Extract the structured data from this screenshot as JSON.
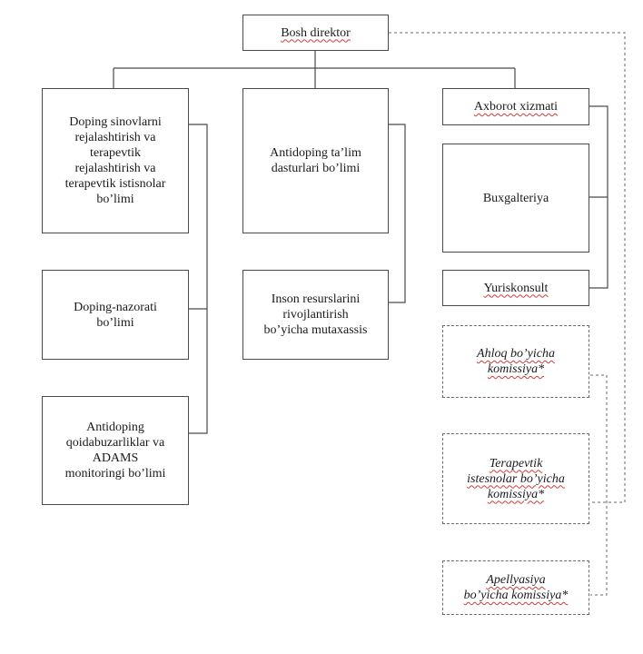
{
  "boxes": {
    "director": "Bosh direktor",
    "planning": "Doping sinovlarni\nrejalashtirish va\nterapevtik\nrejalashtirish va\nterapevtik istisnolar\nbo’limi",
    "control": "Doping-nazorati\nbo’limi",
    "violations": "Antidoping\nqoidabuzarliklar va\nADAMS\nmonitoringi bo’limi",
    "education": "Antidoping ta’lim\ndasturlari bo’limi",
    "hr": "Inson resurslarini\nrivojlantirish\nbo’yicha mutaxassis",
    "info": "Axborot xizmati",
    "accounting": "Buxgalteriya",
    "legal": "Yuriskonsult",
    "ethics": "Ahloq bo’yicha\nkomissiya*",
    "tue_commission": "Terapevtik\nistesnolar bo’yicha\nkomissiya*",
    "appeal": "Apellyasiya\nbo’yicha komissiya*"
  }
}
